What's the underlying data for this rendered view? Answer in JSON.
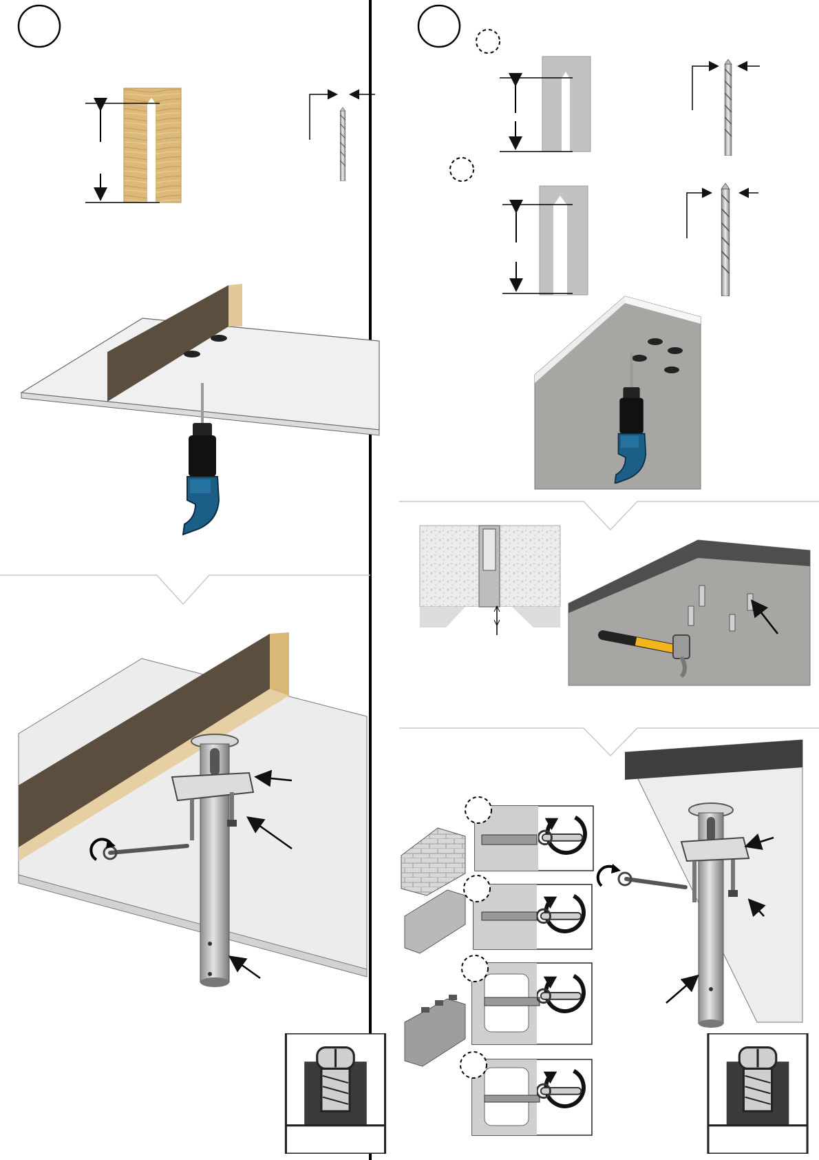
{
  "document": {
    "type": "assembly-instructions",
    "panels": [
      {
        "id": "left",
        "steps": [
          "pilot-hole-in-wood-joist",
          "fasten-pole-mount-to-joist"
        ]
      },
      {
        "id": "right",
        "steps": [
          "drill-holes-in-concrete",
          "insert-wall-plugs",
          "fasten-pole-mount-to-ceiling"
        ]
      }
    ],
    "step_badges": [
      "",
      ""
    ],
    "substrates": [
      "brick",
      "solid-block",
      "hollow-block",
      "plasterboard"
    ],
    "icons": {
      "drill": "power-drill-icon",
      "hammer": "hammer-icon",
      "wrench": "wrench-icon",
      "screw": "screw-icon",
      "rotate": "rotate-clockwise-icon",
      "drill_bit": "drill-bit-icon"
    },
    "colors": {
      "wood": "#d9b877",
      "joist": "#5b4e3f",
      "ceiling": "#e9e9e9",
      "concrete": "#a8a6a3",
      "drill_blue": "#1c5f86",
      "pole": "#b9b9b9",
      "hammer_handle": "#f2b51d"
    }
  }
}
